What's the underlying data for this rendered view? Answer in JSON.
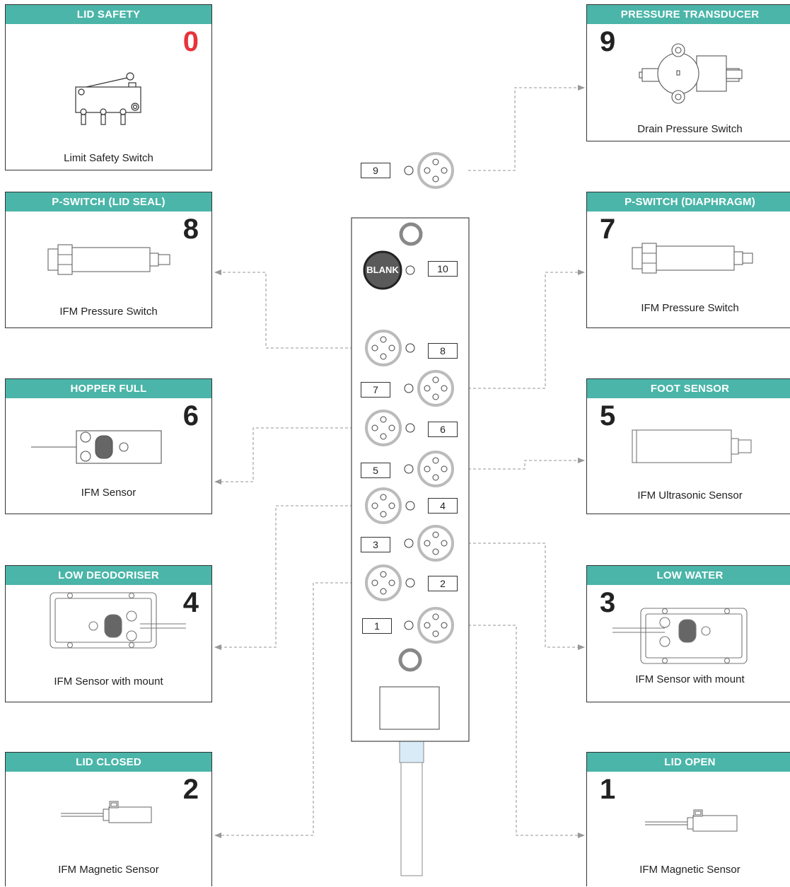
{
  "cards": {
    "c0": {
      "title": "LID SAFETY",
      "number": "0",
      "caption": "Limit Safety Switch"
    },
    "c9": {
      "title": "PRESSURE TRANSDUCER",
      "number": "9",
      "caption": "Drain Pressure Switch"
    },
    "c8": {
      "title": "P-SWITCH (LID SEAL)",
      "number": "8",
      "caption": "IFM Pressure Switch"
    },
    "c7": {
      "title": "P-SWITCH (DIAPHRAGM)",
      "number": "7",
      "caption": "IFM Pressure Switch"
    },
    "c6": {
      "title": "HOPPER FULL",
      "number": "6",
      "caption": "IFM Sensor"
    },
    "c5": {
      "title": "FOOT SENSOR",
      "number": "5",
      "caption": "IFM Ultrasonic Sensor"
    },
    "c4": {
      "title": "LOW DEODORISER",
      "number": "4",
      "caption": "IFM Sensor with mount"
    },
    "c3": {
      "title": "LOW WATER",
      "number": "3",
      "caption": "IFM Sensor with mount"
    },
    "c2": {
      "title": "LID CLOSED",
      "number": "2",
      "caption": "IFM Magnetic Sensor"
    },
    "c1": {
      "title": "LID OPEN",
      "number": "1",
      "caption": "IFM Magnetic Sensor"
    }
  },
  "module": {
    "blank_label": "BLANK",
    "ports": {
      "p10": "10",
      "p9": "9",
      "p8": "8",
      "p7": "7",
      "p6": "6",
      "p5": "5",
      "p4": "4",
      "p3": "3",
      "p2": "2",
      "p1": "1"
    }
  },
  "colors": {
    "header": "#4ab5a8",
    "alert_number": "#e8333a",
    "wire": "#999999"
  }
}
